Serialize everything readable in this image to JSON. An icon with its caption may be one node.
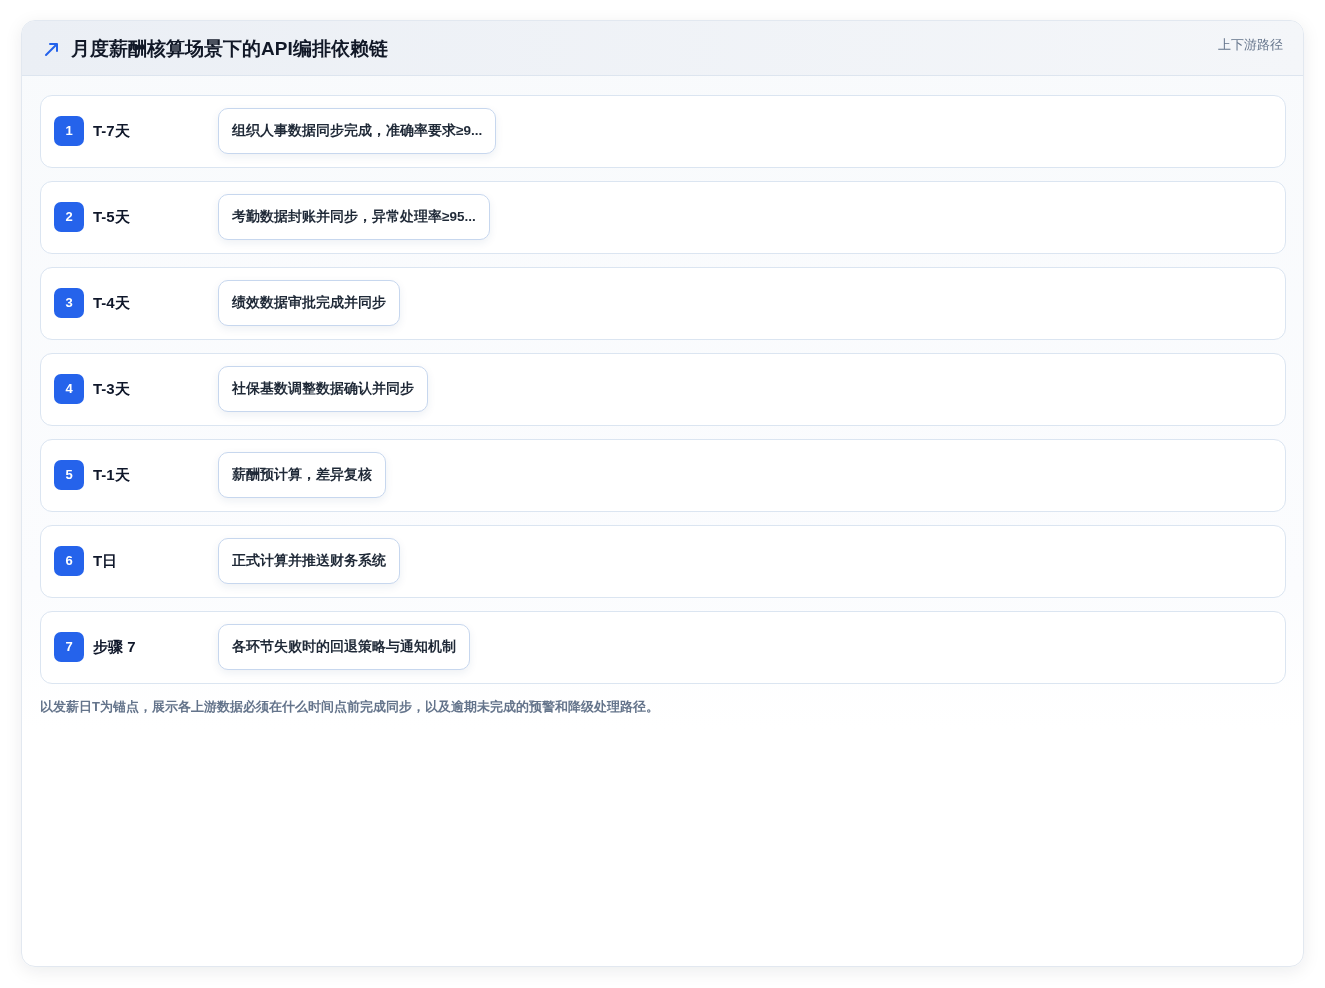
{
  "diagram": {
    "title": "月度薪酬核算场景下的API编排依赖链",
    "caption": "以发薪日T为锚点，展示各上游数据必须在什么时间点前完成同步，以及逾期未完成的预警和降级处理路径。",
    "nodes": [
      {
        "text": [
          "T-7天"
        ]
      },
      {
        "text": [
          "1"
        ],
        "in": 0
      },
      {
        "text": [
          "组织人事数据同步完成，准确率要求≥9..."
        ],
        "in": 0
      },
      {
        "text": [
          "T-5天"
        ]
      },
      {
        "text": [
          "2"
        ],
        "in": 3
      },
      {
        "text": [
          "考勤数据封账并同步，异常处理率≥95..."
        ],
        "in": 3
      },
      {
        "text": [
          "T-4天"
        ]
      },
      {
        "text": [
          "3"
        ],
        "in": 6
      },
      {
        "text": [
          "绩效数据审批完成并同步"
        ],
        "in": 6
      },
      {
        "text": [
          "T-3天"
        ]
      },
      {
        "text": [
          "4"
        ],
        "in": 9
      },
      {
        "text": [
          "社保基数调整数据确认并同步"
        ],
        "in": 9
      },
      {
        "text": [
          "T-1天"
        ]
      },
      {
        "text": [
          "5"
        ],
        "in": 12
      },
      {
        "text": [
          "薪酬预计算，差异复核"
        ],
        "in": 12
      },
      {
        "text": [
          "T日"
        ]
      },
      {
        "text": [
          "6"
        ],
        "in": 15
      },
      {
        "text": [
          "正式计算并推送财务系统"
        ],
        "in": 15
      },
      {
        "text": [
          "步骤 7"
        ]
      },
      {
        "text": [
          "7"
        ],
        "in": 18
      },
      {
        "text": [
          "各环节失败时的回退策略与通知机制"
        ],
        "in": 18
      }
    ],
    "labels": [
      "上下游路径"
    ]
  }
}
